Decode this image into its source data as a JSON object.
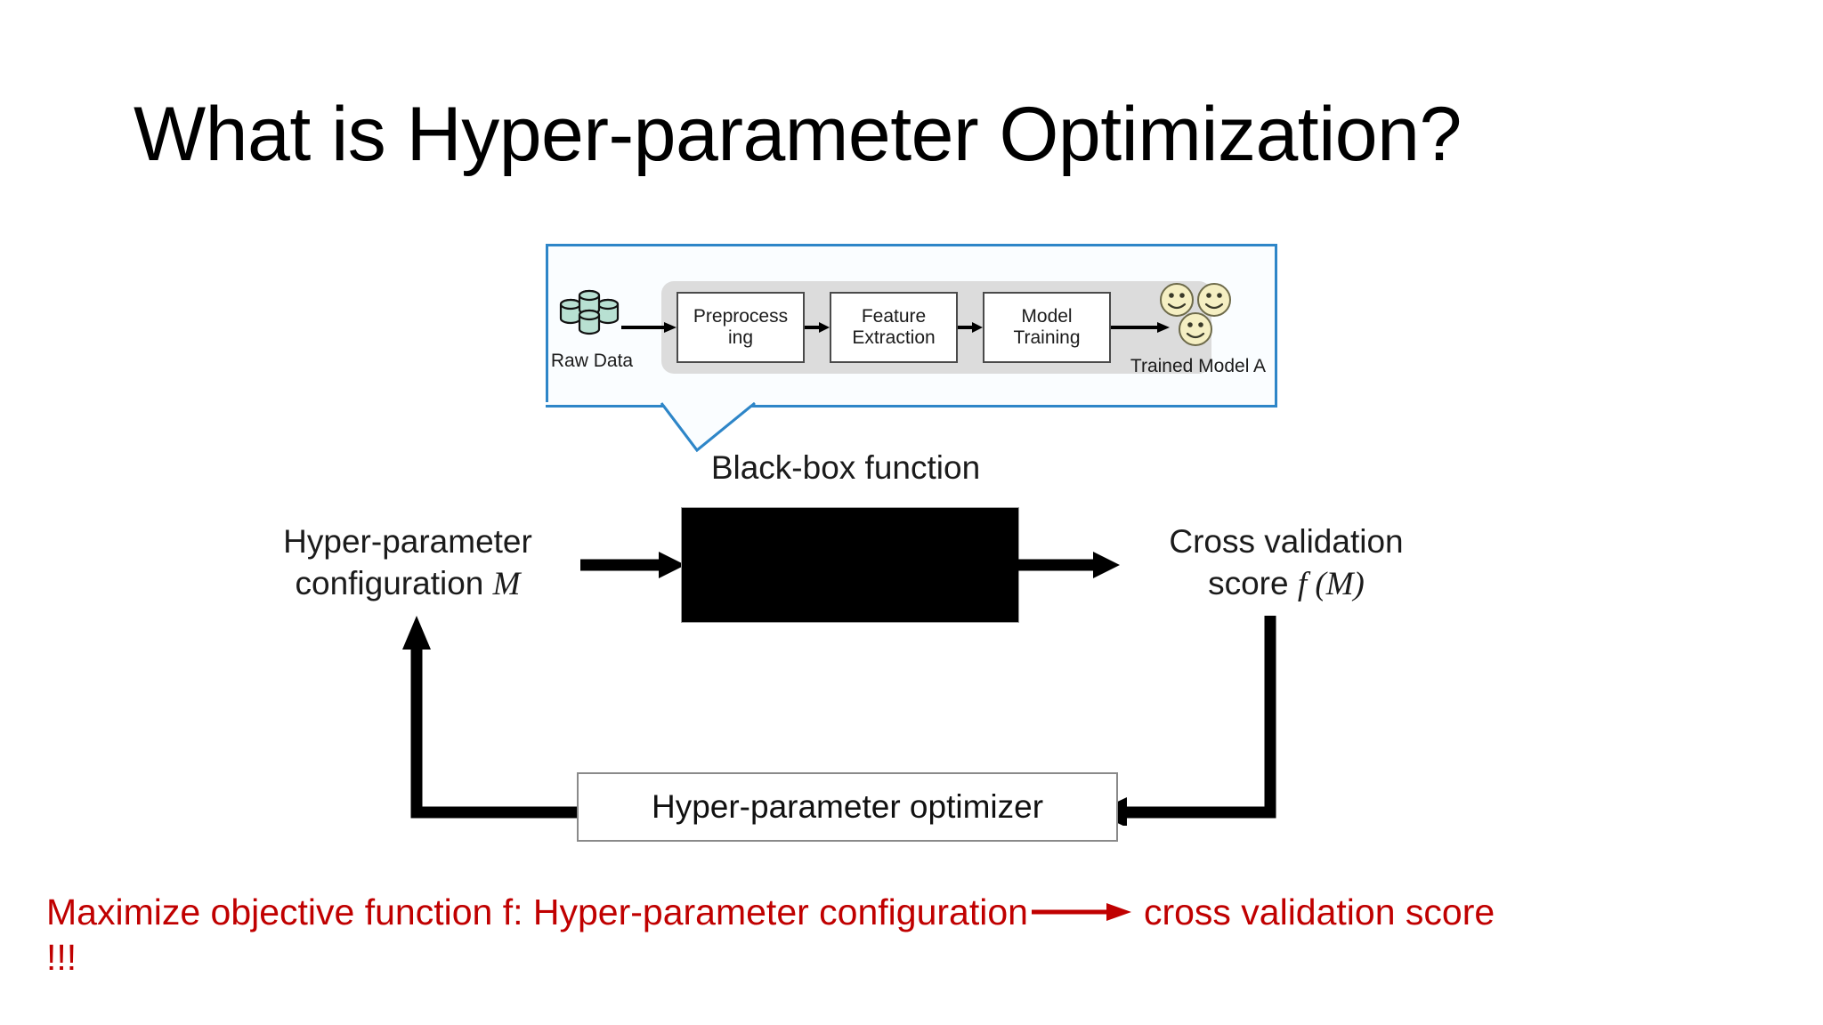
{
  "slide": {
    "title": "What is Hyper-parameter Optimization?"
  },
  "colors": {
    "callout_border": "#2E86C8",
    "callout_fill": "#FAFDFF",
    "pipeline_band": "#DCDCDC",
    "black_box": "#000000",
    "red_text": "#C00000",
    "cylinder_fill": "#B8E0D2",
    "smiley_fill": "#F5EFC3",
    "stage_border": "#4A4A4A"
  },
  "callout": {
    "caption": "Black-box function",
    "raw_data_label": "Raw Data",
    "trained_model_label": "Trained Model A",
    "stages": [
      {
        "name": "preprocessing",
        "line1": "Preprocess",
        "line2": "ing"
      },
      {
        "name": "feature-extraction",
        "line1": "Feature",
        "line2": "Extraction"
      },
      {
        "name": "model-training",
        "line1": "Model",
        "line2": "Training"
      }
    ]
  },
  "loop": {
    "input_label_line1": "Hyper-parameter",
    "input_label_line2_text": "configuration ",
    "input_label_var": "M",
    "output_label_line1": "Cross validation",
    "output_label_line2_text": "score ",
    "output_label_var": "f (M)",
    "optimizer_label": "Hyper-parameter optimizer"
  },
  "statement": {
    "part1": "Maximize objective function f: Hyper-parameter configuration",
    "part2": "cross validation score",
    "part3": "!!!"
  }
}
